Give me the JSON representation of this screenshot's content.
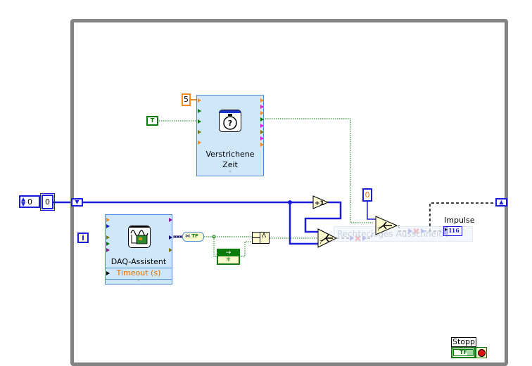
{
  "diagram": {
    "type": "block-diagram",
    "loop": {
      "kind": "while-loop",
      "iteration_terminal": "i",
      "stop_terminal": "stop-if-true"
    }
  },
  "controls": {
    "numeric_control": {
      "value": "0"
    },
    "initial_value_constant": {
      "value": "0"
    },
    "elapsed_time_target_constant": {
      "value": "5"
    },
    "boolean_constant": {
      "value": "T"
    },
    "select_false_constant": {
      "value": "0"
    }
  },
  "nodes": {
    "elapsed_time": {
      "label_line1": "Verstrichene",
      "label_line2": "Zeit",
      "icon": "stopwatch-icon",
      "expand": "»"
    },
    "daq_assistant": {
      "label": "DAQ-Assistent",
      "input_label": "Timeout (s)",
      "icon": "daq-card-icon",
      "expand": "»"
    },
    "increment": {
      "label": "+1"
    },
    "select1": {
      "label": "?"
    },
    "select2": {
      "label": "?"
    },
    "convert": {
      "label": "TF"
    },
    "and_gate": {
      "label": "Λ"
    },
    "feedback": {
      "label": "→"
    },
    "shift_left": {
      "symbol": "▼"
    },
    "shift_right": {
      "symbol": "▲"
    }
  },
  "indicators": {
    "impulse": {
      "label": "Impulse",
      "type": "I16"
    },
    "stop": {
      "label": "Stopp",
      "type": "TF"
    }
  },
  "tooltip": {
    "text": "Rechteckiges Ausschneiden"
  },
  "colors": {
    "loop_border": "#848484",
    "int_wire": "#1c1cdc",
    "bool_wire": "#0b7a0b",
    "dynamic_wire": "#141464",
    "node_fill": "#cfe7fa",
    "node_border": "#4b8ed6",
    "numeric_orange": "#e07000",
    "broken_wire": "#000000",
    "error_x": "#e02030"
  }
}
